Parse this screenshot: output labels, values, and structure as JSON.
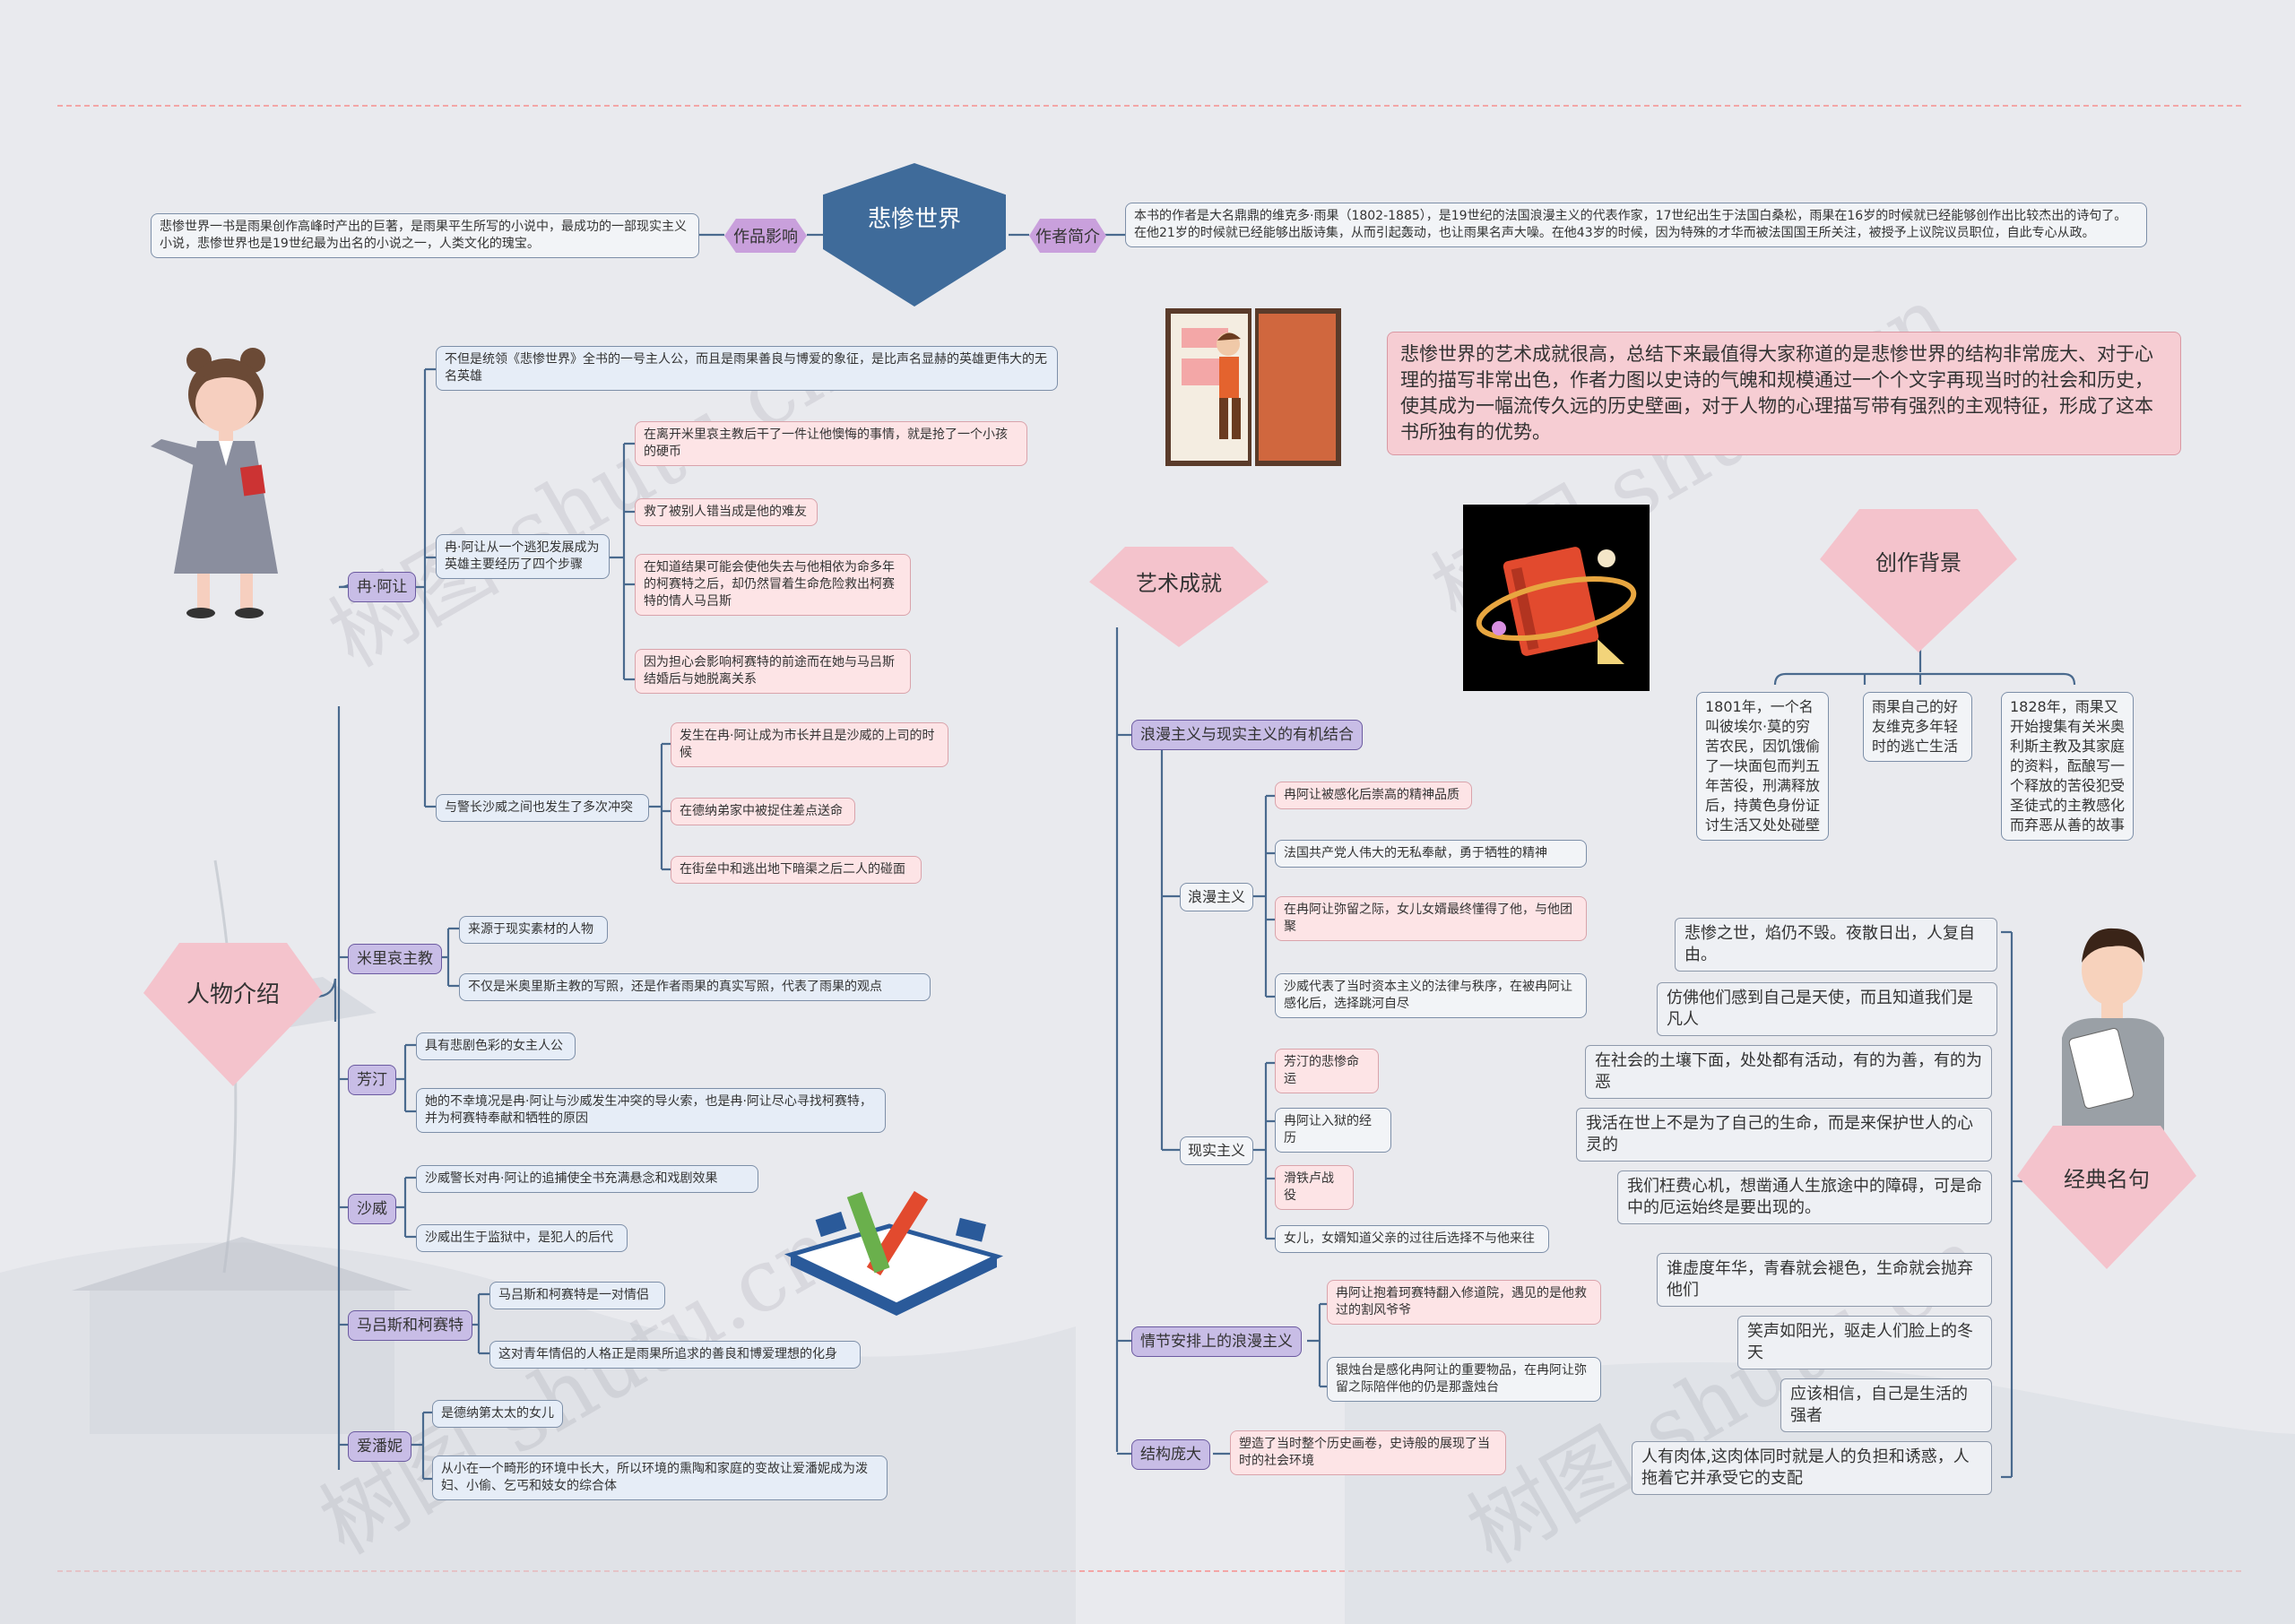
{
  "title": "悲惨世界",
  "left_top": {
    "label": "作品影响",
    "text": "悲惨世界一书是雨果创作高峰时产出的巨著，是雨果平生所写的小说中，最成功的一部现实主义小说，悲惨世界也是19世纪最为出名的小说之一，人类文化的瑰宝。"
  },
  "right_top": {
    "label": "作者简介",
    "text": "本书的作者是大名鼎鼎的维克多·雨果（1802-1885），是19世纪的法国浪漫主义的代表作家，17世纪出生于法国白桑松，雨果在16岁的时候就已经能够创作出比较杰出的诗句了。在他21岁的时候就已经能够出版诗集，从而引起轰动，也让雨果名声大噪。在他43岁的时候，因为特殊的才华而被法国国王所关注，被授予上议院议员职位，自此专心从政。"
  },
  "art_summary": "悲惨世界的艺术成就很高，总结下来最值得大家称道的是悲惨世界的结构非常庞大、对于心理的描写非常出色，作者力图以史诗的气魄和规模通过一个个文字再现当时的社会和历史，使其成为一幅流传久远的历史壁画，对于人物的心理描写带有强烈的主观特征，形成了这本书所独有的优势。",
  "characters": {
    "title": "人物介绍",
    "jean": {
      "label": "冉·阿让",
      "hero": "不但是统领《悲惨世界》全书的一号主人公，而且是雨果善良与博爱的象征，是比声名显赫的英雄更伟大的无名英雄",
      "steps_label": "冉·阿让从一个逃犯发展成为英雄主要经历了四个步骤",
      "steps": [
        "在离开米里哀主教后干了一件让他懊悔的事情，就是抢了一个小孩的硬币",
        "救了被别人错当成是他的难友",
        "在知道结果可能会使他失去与他相依为命多年的柯赛特之后，却仍然冒着生命危险救出柯赛特的情人马吕斯",
        "因为担心会影响柯赛特的前途而在她与马吕斯结婚后与她脱离关系"
      ],
      "conflict_label": "与警长沙威之间也发生了多次冲突",
      "conflicts": [
        "发生在冉·阿让成为市长并且是沙威的上司的时候",
        "在德纳弟家中被捉住差点送命",
        "在街垒中和逃出地下暗渠之后二人的碰面"
      ]
    },
    "myriel": {
      "label": "米里哀主教",
      "items": [
        "来源于现实素材的人物",
        "不仅是米奥里斯主教的写照，还是作者雨果的真实写照，代表了雨果的观点"
      ]
    },
    "fantine": {
      "label": "芳汀",
      "items": [
        "具有悲剧色彩的女主人公",
        "她的不幸境况是冉·阿让与沙威发生冲突的导火索，也是冉·阿让尽心寻找柯赛特，并为柯赛特奉献和牺牲的原因"
      ]
    },
    "javert": {
      "label": "沙威",
      "items": [
        "沙威警长对冉·阿让的追捕使全书充满悬念和戏剧效果",
        "沙威出生于监狱中，是犯人的后代"
      ]
    },
    "marius": {
      "label": "马吕斯和柯赛特",
      "items": [
        "马吕斯和柯赛特是一对情侣",
        "这对青年情侣的人格正是雨果所追求的善良和博爱理想的化身"
      ]
    },
    "eponine": {
      "label": "爱潘妮",
      "items": [
        "是德纳第太太的女儿",
        "从小在一个畸形的环境中长大，所以环境的熏陶和家庭的变故让爱潘妮成为泼妇、小偷、乞丐和妓女的综合体"
      ]
    }
  },
  "art": {
    "title": "艺术成就",
    "combine": {
      "label": "浪漫主义与现实主义的有机结合",
      "romantic": {
        "label": "浪漫主义",
        "items": [
          "冉阿让被感化后崇高的精神品质",
          "法国共产党人伟大的无私奉献，勇于牺牲的精神",
          "在冉阿让弥留之际，女儿女婿最终懂得了他，与他团聚",
          "沙威代表了当时资本主义的法律与秩序，在被冉阿让感化后，选择跳河自尽"
        ]
      },
      "realist": {
        "label": "现实主义",
        "items": [
          "芳汀的悲惨命运",
          "冉阿让入狱的经历",
          "滑铁卢战役",
          "女儿，女婿知道父亲的过往后选择不与他来往"
        ]
      }
    },
    "plot": {
      "label": "情节安排上的浪漫主义",
      "items": [
        "冉阿让抱着珂赛特翻入修道院，遇见的是他救过的割风爷爷",
        "银烛台是感化冉阿让的重要物品，在冉阿让弥留之际陪伴他的仍是那盏烛台"
      ]
    },
    "structure": {
      "label": "结构庞大",
      "items": [
        "塑造了当时整个历史画卷，史诗般的展现了当时的社会环境"
      ]
    }
  },
  "background": {
    "title": "创作背景",
    "items": [
      "1801年，一个名叫彼埃尔·莫的穷苦农民，因饥饿偷了一块面包而判五年苦役，刑满释放后，持黄色身份证讨生活又处处碰壁",
      "雨果自己的好友维克多年轻时的逃亡生活",
      "1828年，雨果又开始搜集有关米奥利斯主教及其家庭的资料，酝酿写一个释放的苦役犯受圣徒式的主教感化而弃恶从善的故事"
    ]
  },
  "quotes": {
    "title": "经典名句",
    "items": [
      "悲惨之世，焰仍不毁。夜散日出，人复自由。",
      "仿佛他们感到自己是天使，而且知道我们是凡人",
      "在社会的土壤下面，处处都有活动，有的为善，有的为恶",
      "我活在世上不是为了自己的生命，而是来保护世人的心灵的",
      "我们枉费心机，想凿通人生旅途中的障碍，可是命中的厄运始终是要出现的。",
      "谁虚度年华，青春就会褪色，生命就会抛弃他们",
      "笑声如阳光，驱走人们脸上的冬天",
      "应该相信，自己是生活的强者",
      "人有肉体,这肉体同时就是人的负担和诱惑，人拖着它并承受它的支配"
    ]
  },
  "watermark": "树图 shutu.cn",
  "colors": {
    "background": "#e9eaee",
    "title_hex": "#3f6b9a",
    "diamond": "#f4c3cc",
    "label_purple": "#c8bde6",
    "pink_box": "#fde4e6",
    "line": "#4a6a8e"
  },
  "icons": [
    "girl-illustration",
    "boy-book-illustration",
    "red-book-illustration",
    "open-book-pencil-illustration",
    "man-tablet-illustration"
  ]
}
